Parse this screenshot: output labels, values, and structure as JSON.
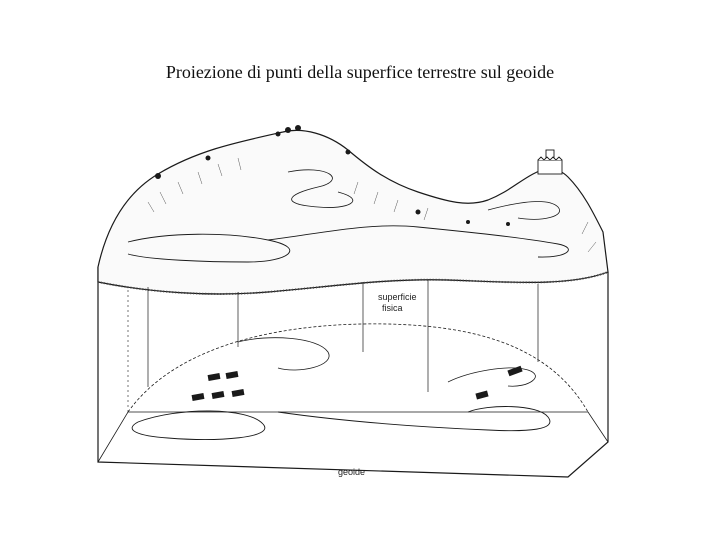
{
  "slide": {
    "title": "Proiezione di punti della superfice terrestre sul geoide"
  },
  "figure": {
    "label_surface_line1": "superficie",
    "label_surface_line2": "fisica",
    "label_geoid": "geoide"
  },
  "colors": {
    "ink": "#1a1a1a",
    "paper": "#ffffff",
    "shade": "#9a9a9a"
  }
}
